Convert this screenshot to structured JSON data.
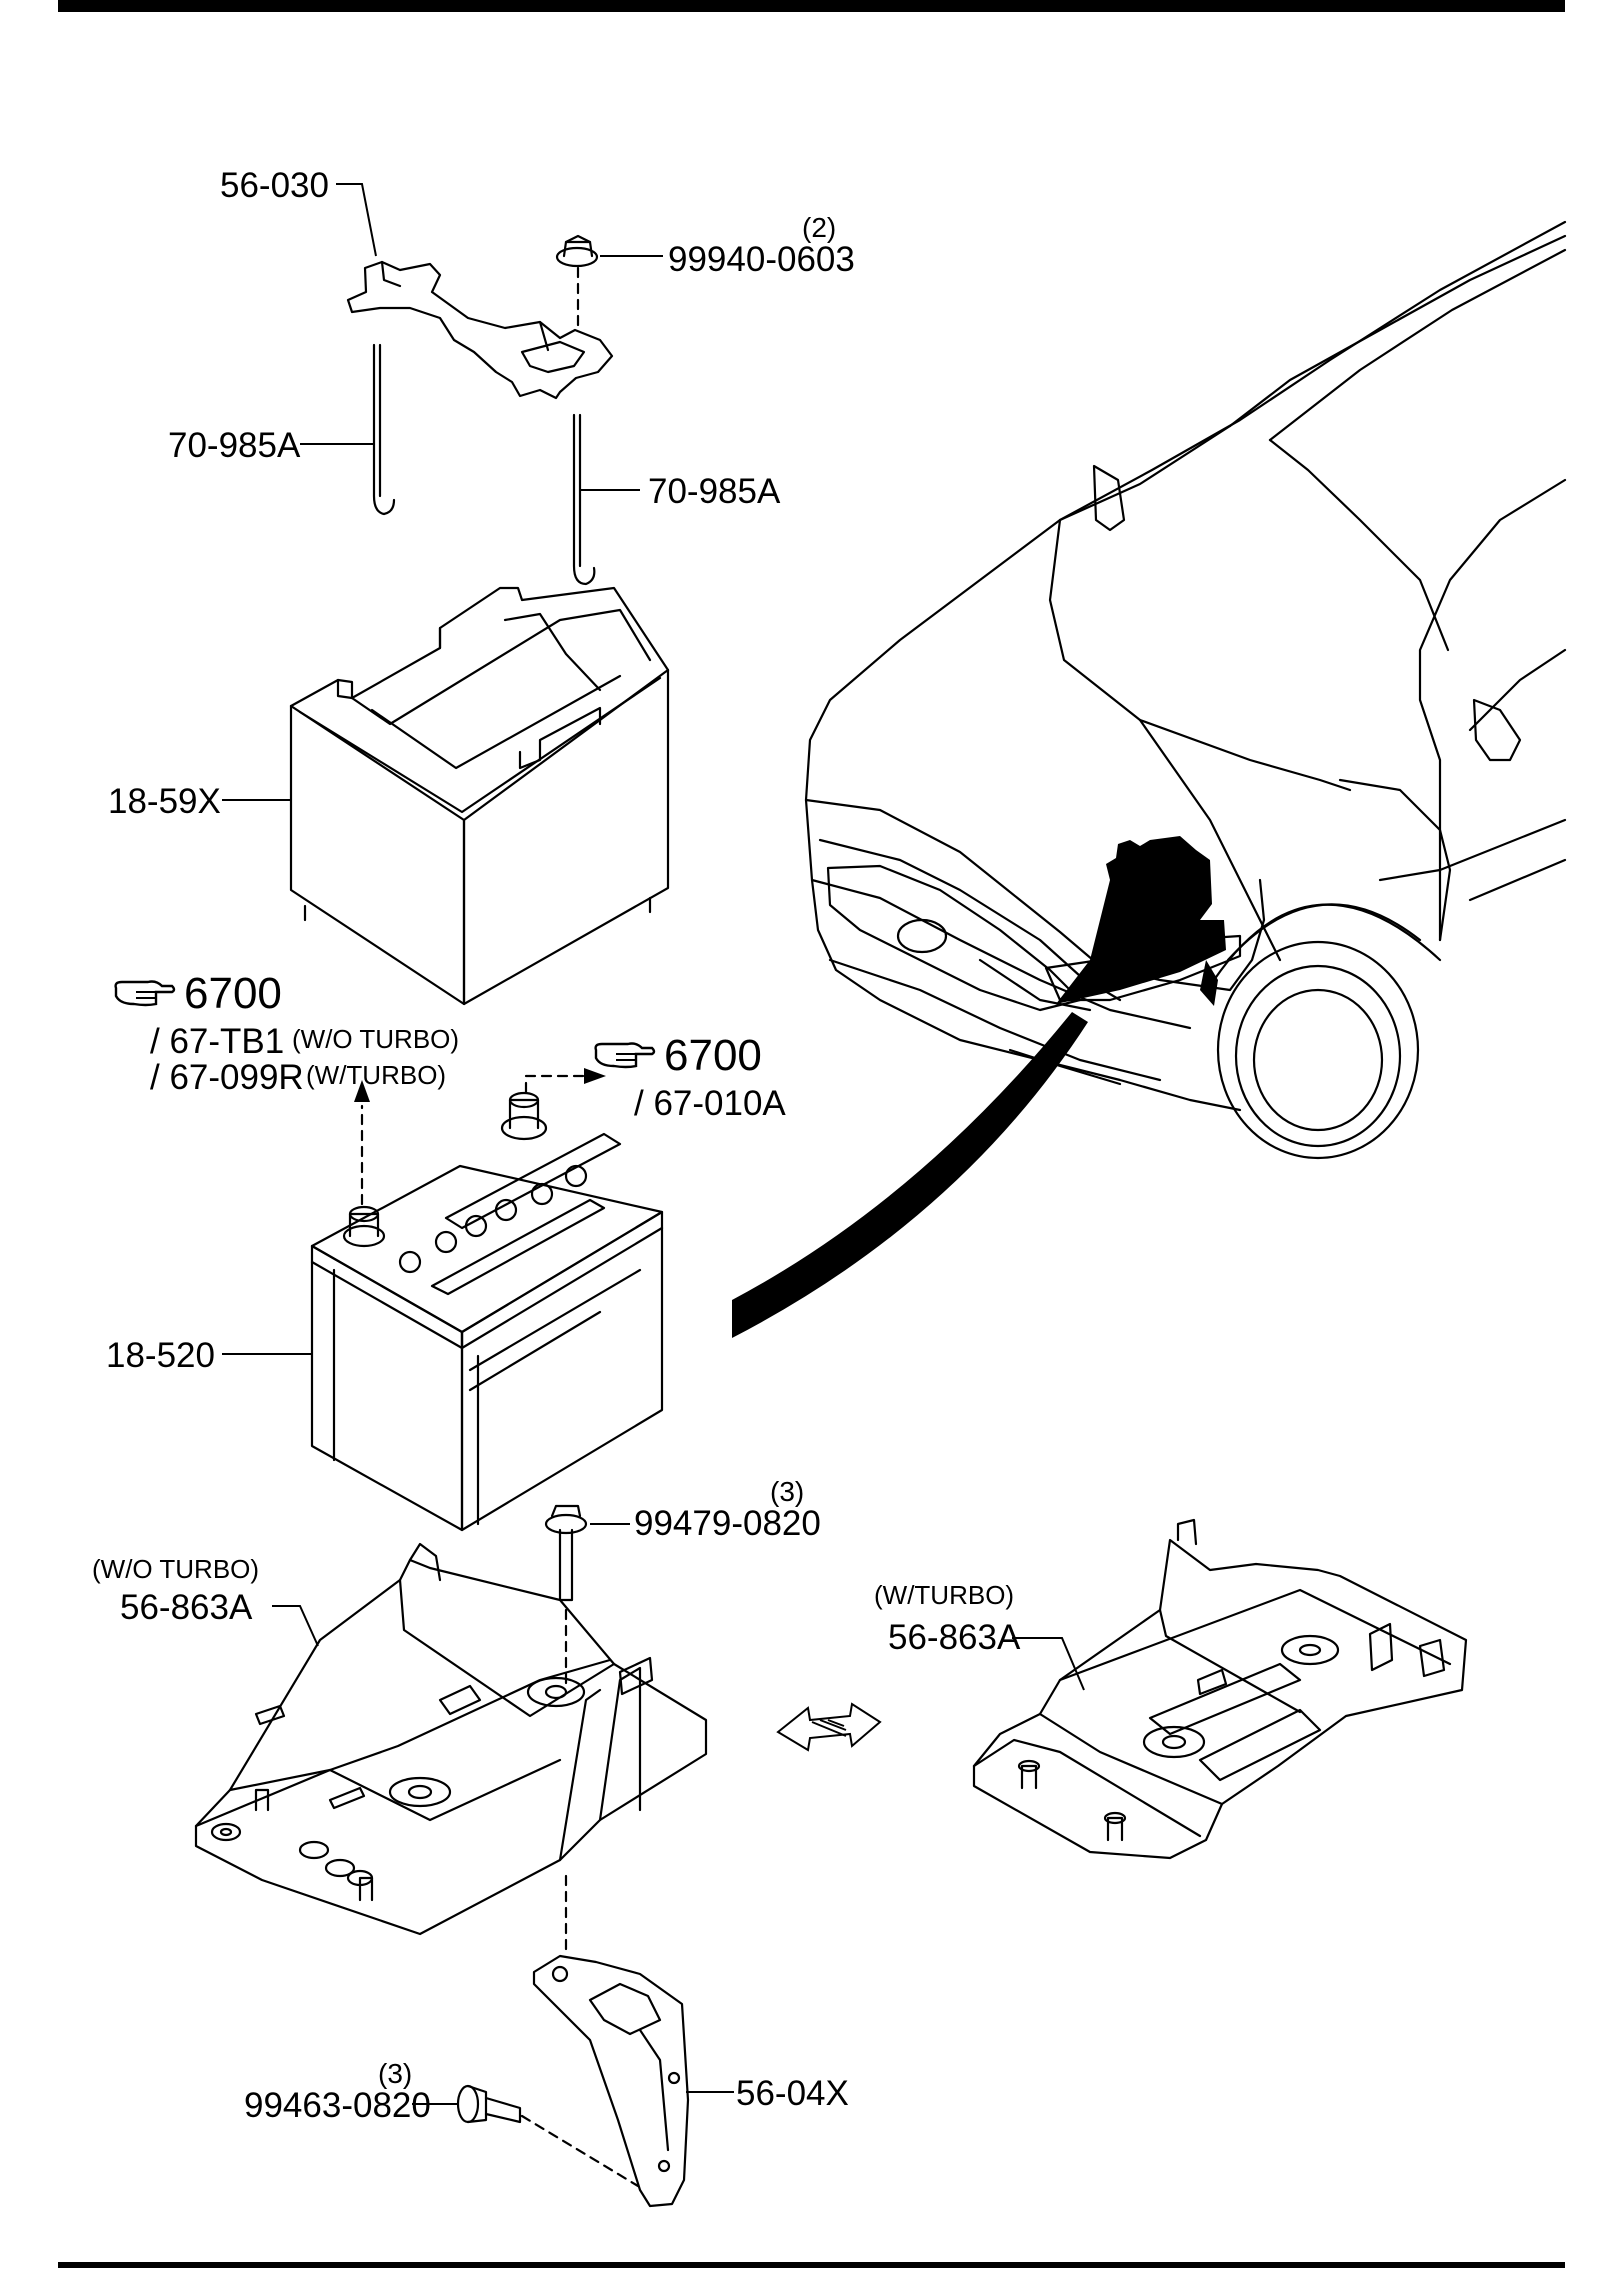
{
  "labels": {
    "p56_030": "56-030",
    "p99940_qty": "(2)",
    "p99940": "99940-0603",
    "p70_985a_left": "70-985A",
    "p70_985a_right": "70-985A",
    "p18_59x": "18-59X",
    "ref1_num": "6700",
    "ref1_line1": "/ 67-TB1",
    "ref1_line1_note": "(W/O TURBO)",
    "ref1_line2": "/ 67-099R",
    "ref1_line2_note": "(W/TURBO)",
    "ref2_num": "6700",
    "ref2_line1": "/ 67-010A",
    "p18_520": "18-520",
    "p99479_qty": "(3)",
    "p99479": "99479-0820",
    "tray_left_note": "(W/O TURBO)",
    "tray_left": "56-863A",
    "tray_right_note": "(W/TURBO)",
    "tray_right": "56-863A",
    "p99463_qty": "(3)",
    "p99463": "99463-0820",
    "p56_04x": "56-04X"
  },
  "icons": [
    "pointing-hand-icon",
    "double-arrow-icon"
  ]
}
